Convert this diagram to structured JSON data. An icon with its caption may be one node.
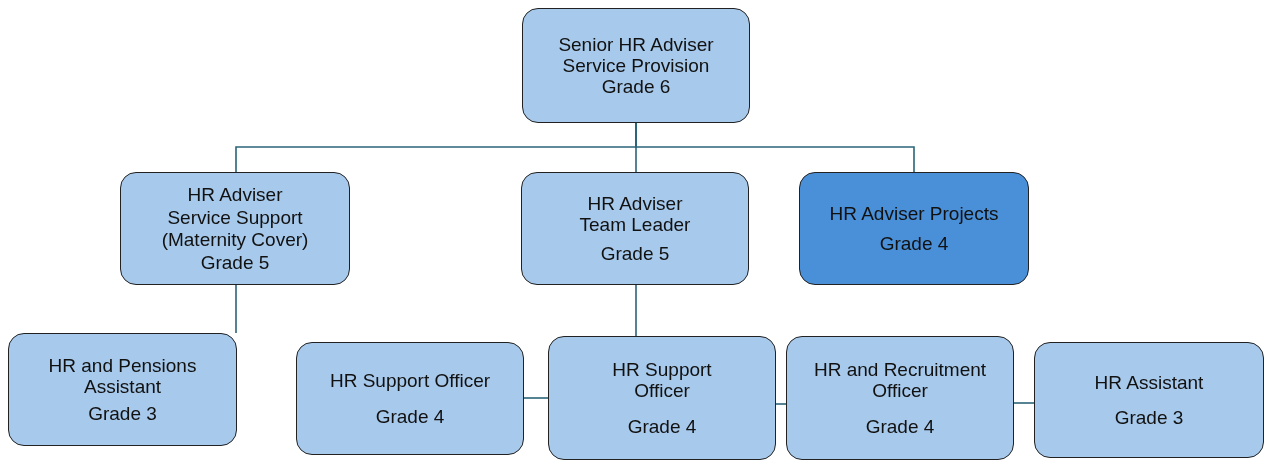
{
  "diagram": {
    "nodes": [
      {
        "text": [
          "Senior HR Adviser Service Provision",
          "Grade 6"
        ]
      },
      {
        "text": [
          "HR Adviser",
          "Service Support (Maternity Cover)",
          "Grade 5"
        ]
      },
      {
        "text": [
          "HR Adviser Team Leader",
          "Grade 5"
        ]
      },
      {
        "text": [
          "HR Adviser Projects",
          "Grade 4"
        ]
      },
      {
        "text": [
          "HR and Pensions Assistant",
          "Grade 3"
        ]
      },
      {
        "text": [
          "HR Support Officer",
          "Grade 4"
        ]
      },
      {
        "text": [
          "HR Support Officer",
          "Grade 4"
        ]
      },
      {
        "text": [
          "HR and Recruitment Officer",
          "Grade 4"
        ]
      },
      {
        "text": [
          "HR Assistant",
          "Grade 3"
        ]
      }
    ],
    "edges": [
      {
        "from": 0,
        "to": 1,
        "arrow": "none"
      },
      {
        "from": 0,
        "to": 2,
        "arrow": "none"
      },
      {
        "from": 0,
        "to": 3,
        "arrow": "none"
      },
      {
        "from": 1,
        "to": 4,
        "arrow": "none"
      },
      {
        "from": 2,
        "to": 6,
        "arrow": "none"
      },
      {
        "from": 5,
        "to": 6,
        "arrow": "none"
      },
      {
        "from": 6,
        "to": 7,
        "arrow": "none"
      },
      {
        "from": 7,
        "to": 8,
        "arrow": "none"
      }
    ]
  }
}
